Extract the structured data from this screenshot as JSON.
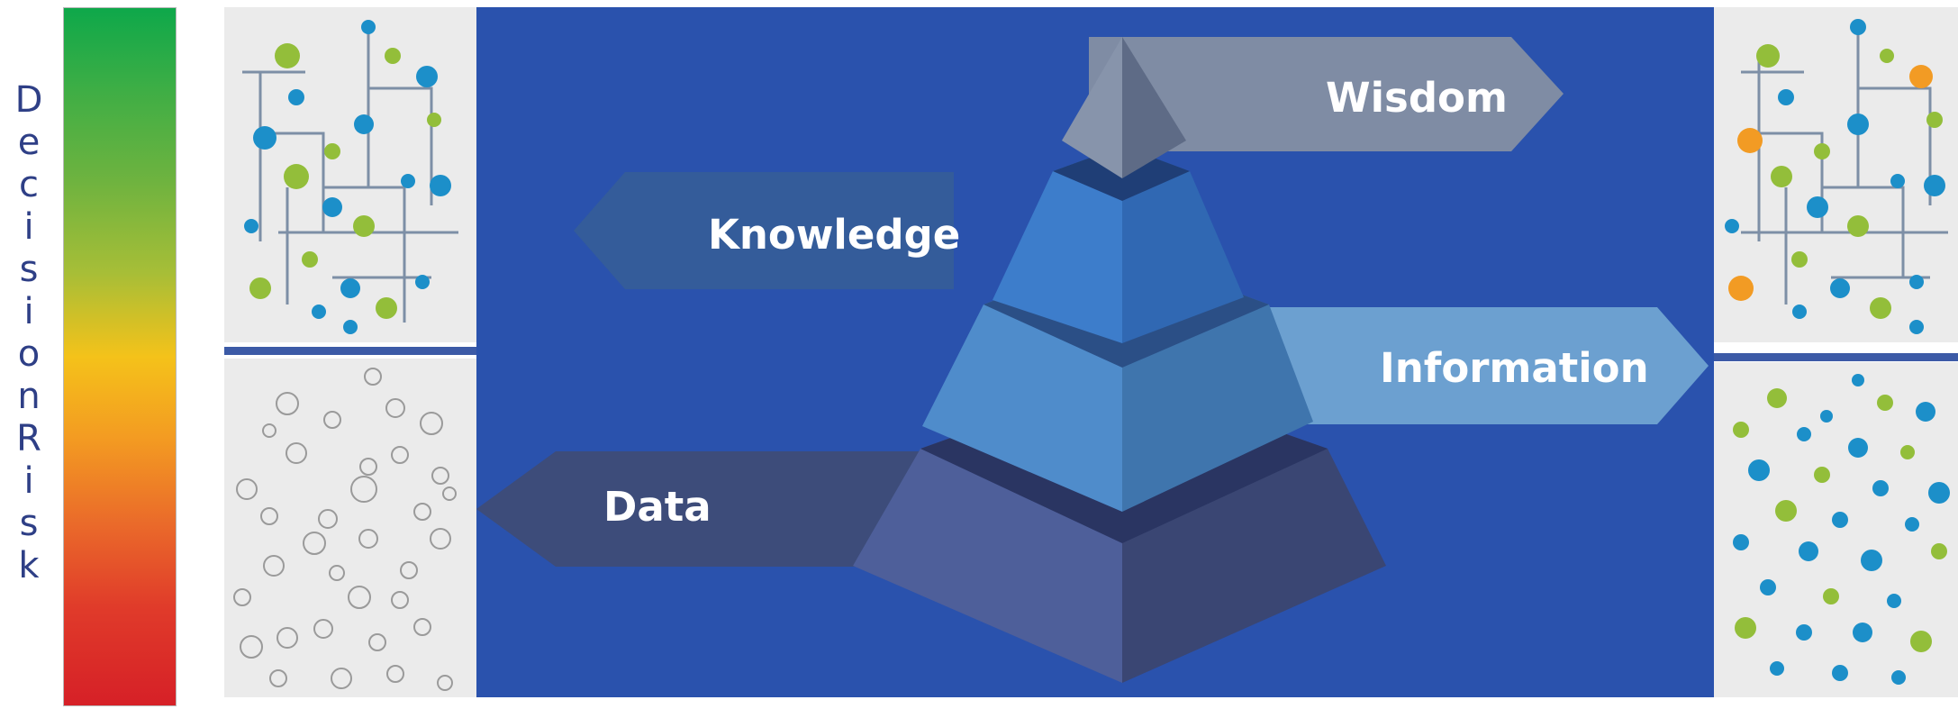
{
  "risk_axis": {
    "label_letters": [
      "D",
      "e",
      "c",
      "i",
      "s",
      "i",
      "o",
      "n",
      "R",
      "i",
      "s",
      "k"
    ],
    "gradient_colors": [
      "#0ea84a",
      "#f4c21a",
      "#d62027"
    ]
  },
  "diagram": {
    "type": "DIKW pyramid",
    "background": "#2a52ad",
    "layers": {
      "wisdom": "Wisdom",
      "knowledge": "Knowledge",
      "information": "Information",
      "data": "Data"
    }
  },
  "illustrations": {
    "left_top": "connected-network",
    "left_bottom": "scattered-circles",
    "right_top": "connected-network-highlighted",
    "right_bottom": "scattered-dots"
  }
}
